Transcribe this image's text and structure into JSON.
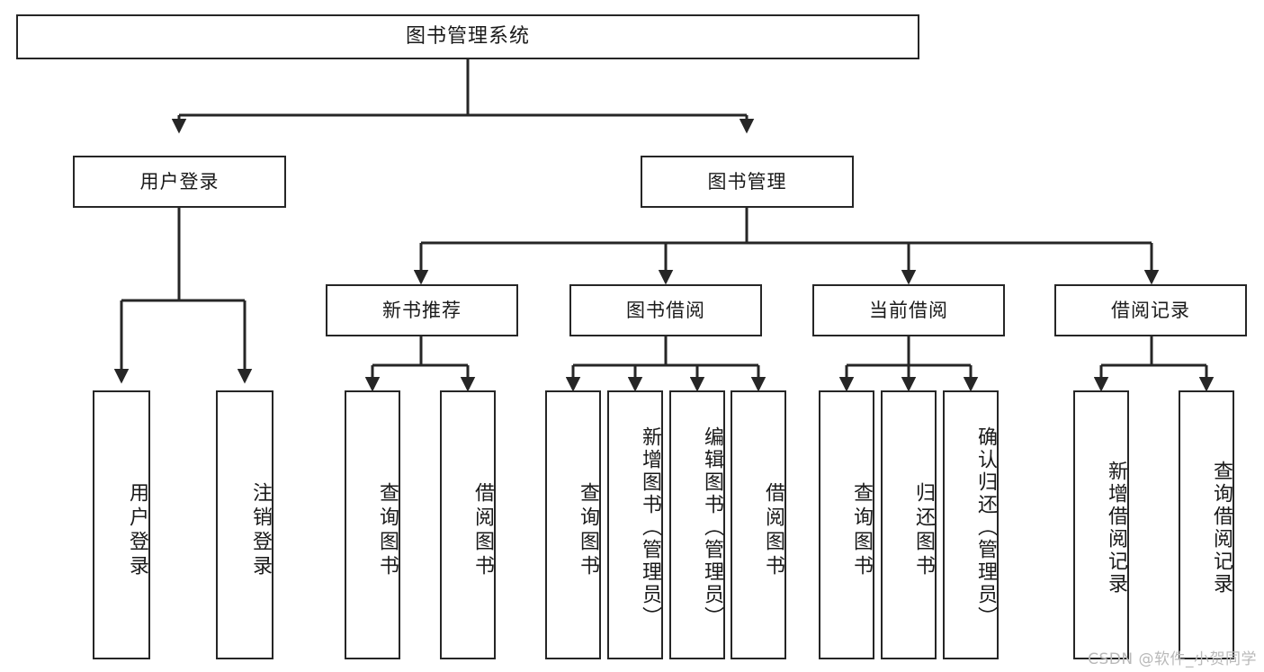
{
  "diagram": {
    "title": "图书管理系统",
    "type": "tree",
    "watermark": "CSDN @软件_小贺同学",
    "colors": {
      "stroke": "#262626",
      "fill": "#ffffff",
      "text": "#1a1a1a",
      "watermark": "#b9b9b9"
    },
    "root": {
      "label": "图书管理系统"
    },
    "level2": [
      {
        "label": "用户登录"
      },
      {
        "label": "图书管理"
      }
    ],
    "level3": [
      {
        "label": "新书推荐"
      },
      {
        "label": "图书借阅"
      },
      {
        "label": "当前借阅"
      },
      {
        "label": "借阅记录"
      }
    ],
    "leaves": {
      "user_login": [
        {
          "label": "用户登录"
        },
        {
          "label": "注销登录"
        }
      ],
      "new_book": [
        {
          "label": "查询图书"
        },
        {
          "label": "借阅图书"
        }
      ],
      "book_borrow": [
        {
          "label": "查询图书"
        },
        {
          "label": "新增图书（管理员）"
        },
        {
          "label": "编辑图书（管理员）"
        },
        {
          "label": "借阅图书"
        }
      ],
      "current_borrow": [
        {
          "label": "查询图书"
        },
        {
          "label": "归还图书"
        },
        {
          "label": "确认归还（管理员）"
        }
      ],
      "borrow_record": [
        {
          "label": "新增借阅记录"
        },
        {
          "label": "查询借阅记录"
        }
      ]
    }
  }
}
